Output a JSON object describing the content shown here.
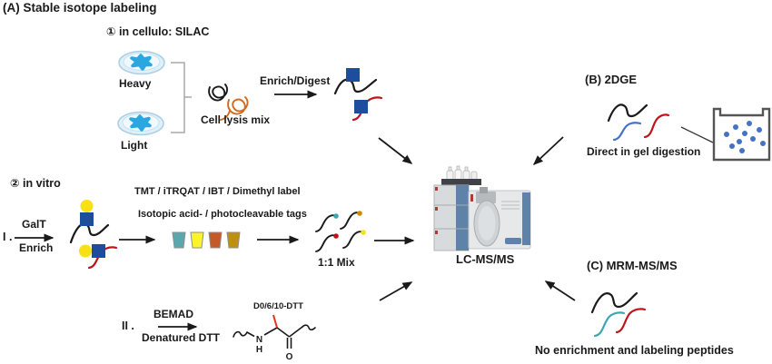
{
  "figure": {
    "panel_a": {
      "title": "(A) Stable isotope labeling",
      "in_cellulo": {
        "heading": "① in cellulo: SILAC",
        "dish_top_label": "Heavy",
        "dish_bottom_label": "Light",
        "lysate_label": "Cell lysis mix",
        "arrow_label": "Enrich/Digest"
      },
      "in_vitro": {
        "heading": "② in vitro",
        "route_1": {
          "index": "I .",
          "arrow_top": "GalT",
          "arrow_bottom": "Enrich",
          "tags_line_1": "TMT / iTRQAT / IBT / Dimethyl label",
          "tags_line_2": "Isotopic acid- / photocleavable tags",
          "mix_label": "1:1 Mix"
        },
        "route_2": {
          "index": "II .",
          "arrow_top": "BEMAD",
          "arrow_bottom": "Denatured DTT",
          "structure_label": "D0/6/10-DTT",
          "atom_n": "N",
          "atom_h": "H",
          "atom_o": "O"
        }
      }
    },
    "panel_b": {
      "title": "(B) 2DGE",
      "caption": "Direct in gel digestion"
    },
    "panel_c": {
      "title": "(C) MRM-MS/MS",
      "caption": "No enrichment and labeling peptides"
    },
    "instrument_label": "LC-MS/MS",
    "colors": {
      "blue_square": "#1d4e9e",
      "red_peptide": "#c1121c",
      "black_peptide": "#1a1a1a",
      "teal_peptide": "#3aa8b0",
      "royal_blue_peptide": "#4472c4",
      "orange_protein": "#d2691e",
      "glycan_yellow": "#f7e017",
      "cell_blue": "#2aa6e0",
      "tag_teal": "#5aa7ad",
      "tag_yellow": "#fbf32b",
      "tag_orange": "#c45a28",
      "tag_gold": "#bf8f10",
      "dtt_red": "#e8301c",
      "gel_dot_blue": "#4472c4",
      "instrument_blue": "#5f83a8"
    }
  }
}
